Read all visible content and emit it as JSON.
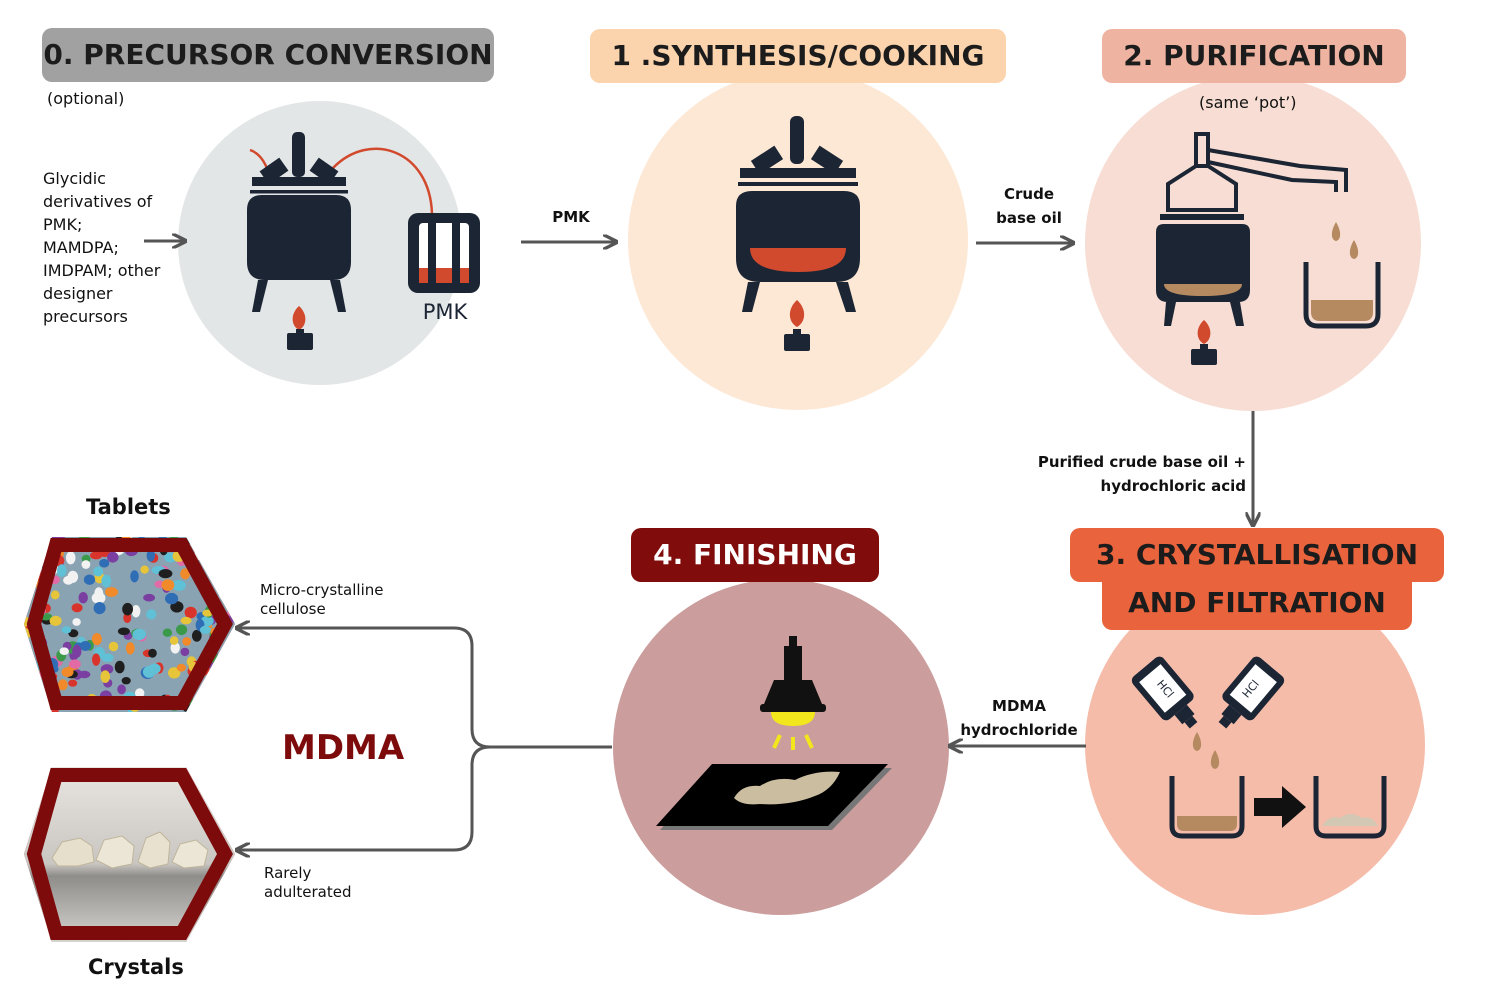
{
  "stages": {
    "s0": {
      "title": "0. PRECURSOR CONVERSION",
      "note": "(optional)",
      "vessel_label": "PMK"
    },
    "s1": {
      "title": "1 .SYNTHESIS/COOKING"
    },
    "s2": {
      "title": "2. PURIFICATION",
      "note": "(same ‘pot’)"
    },
    "s3": {
      "title_line1": "3. CRYSTALLISATION",
      "title_line2": "AND FILTRATION",
      "bottle_label": "HCl"
    },
    "s4": {
      "title": "4. FINISHING"
    }
  },
  "inputs": {
    "precursors": [
      "Glycidic",
      "derivatives of",
      "PMK;",
      "MAMDPA;",
      "IMDPAM; other",
      "designer",
      "precursors"
    ]
  },
  "flows": {
    "s0_to_s1": "PMK",
    "s1_to_s2_line1": "Crude",
    "s1_to_s2_line2": "base oil",
    "s2_to_s3_line1": "Purified crude base oil +",
    "s2_to_s3_line2": "hydrochloric acid",
    "s3_to_s4_line1": "MDMA",
    "s3_to_s4_line2": "hydrochloride",
    "to_tablets_line1": "Micro-crystalline",
    "to_tablets_line2": "cellulose",
    "to_crystals_line1": "Rarely",
    "to_crystals_line2": "adulterated"
  },
  "products": {
    "center_label": "MDMA",
    "tablets": "Tablets",
    "crystals": "Crystals"
  },
  "colors": {
    "navy": "#1c2534",
    "flame": "#d24a2e",
    "arrow": "#555555",
    "s0_title_bg": "#a1a1a1",
    "s0_circle": "#e3e6e7",
    "s1_title_bg": "#fbd3ad",
    "s1_circle": "#fde8d5",
    "s2_title_bg": "#eeb4a1",
    "s2_circle": "#f7ddd3",
    "s3_title_bg": "#e9643c",
    "s3_circle": "#f5bcaa",
    "s4_title_bg": "#810c0c",
    "s4_circle": "#cc9d9d",
    "product_red": "#7e0b0b",
    "brown_liquid": "#b58a60"
  }
}
